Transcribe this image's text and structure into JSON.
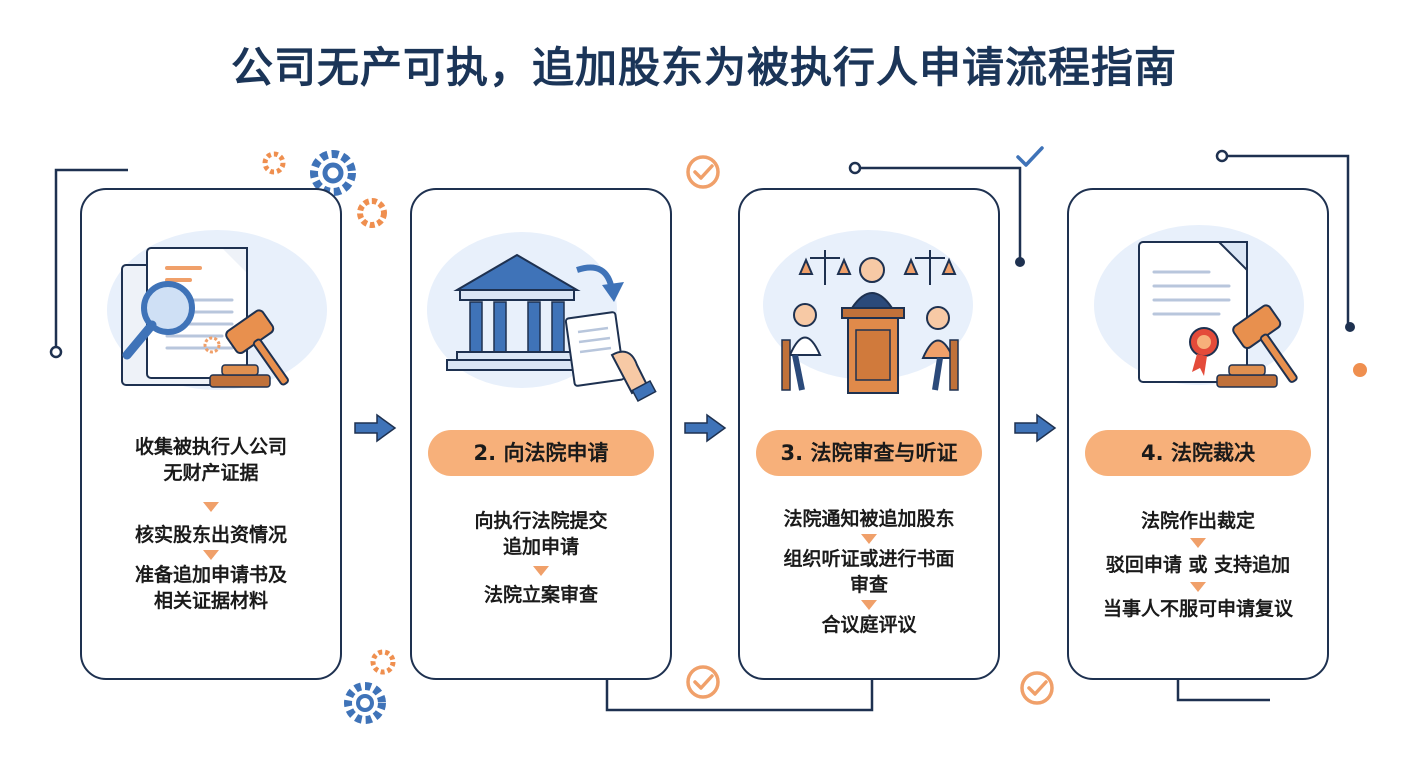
{
  "title": "公司无产可执，追加股东为被执行人申请流程指南",
  "colors": {
    "navy": "#1e3150",
    "accent_orange": "#f7b07a",
    "accent_blue": "#3f73b8",
    "title": "#1b3558"
  },
  "cards": [
    {
      "heading": "",
      "illustration": "evidence-search-icon",
      "steps": [
        "收集被执行人公司\n无财产证据",
        "核实股东出资情况",
        "准备追加申请书及\n相关证据材料"
      ]
    },
    {
      "heading": "2. 向法院申请",
      "illustration": "courthouse-submit-icon",
      "steps": [
        "向执行法院提交\n追加申请",
        "法院立案审查"
      ]
    },
    {
      "heading": "3. 法院审查与听证",
      "illustration": "court-hearing-icon",
      "steps": [
        "法院通知被追加股东",
        "组织听证或进行书面\n审查",
        "合议庭评议"
      ]
    },
    {
      "heading": "4. 法院裁决",
      "illustration": "ruling-document-icon",
      "steps": [
        "法院作出裁定",
        "驳回申请 或 支持追加",
        "当事人不服可申请复议"
      ]
    }
  ]
}
